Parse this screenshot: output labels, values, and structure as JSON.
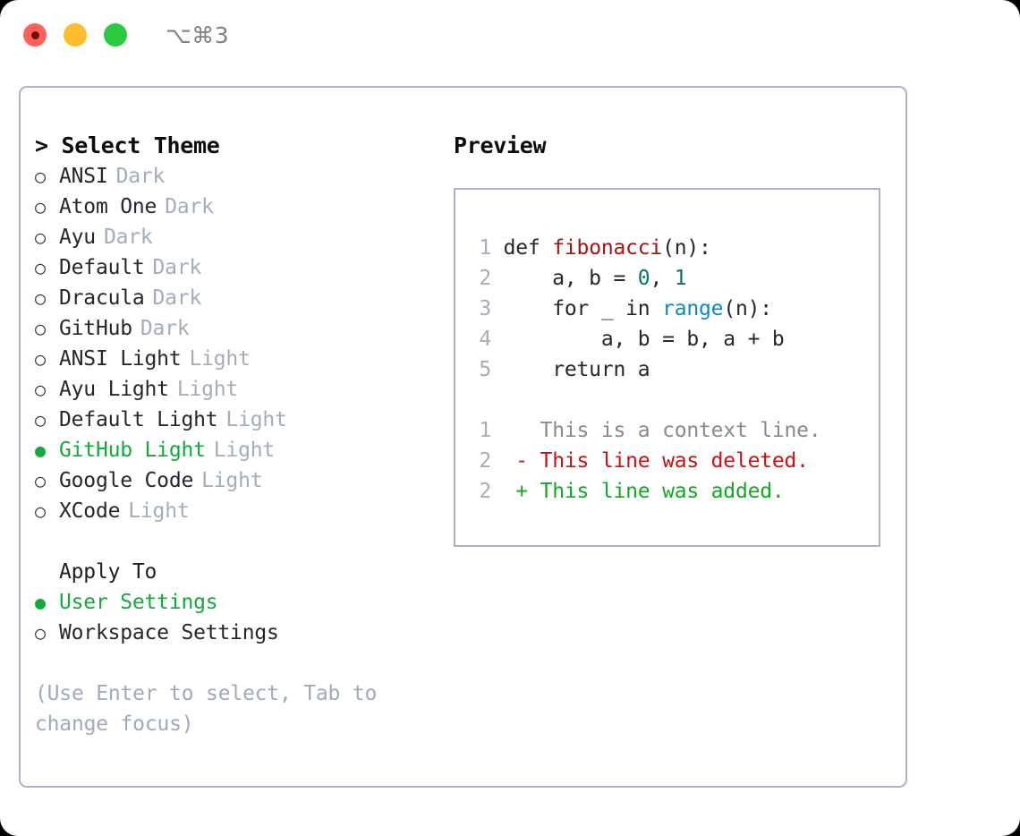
{
  "titlebar": {
    "shortcut": "⌥⌘3",
    "lights": [
      "close",
      "minimize",
      "zoom"
    ]
  },
  "theme_panel": {
    "heading": "> Select Theme",
    "items": [
      {
        "label": "ANSI",
        "badge": "Dark",
        "selected": false,
        "bullet": "○"
      },
      {
        "label": "Atom One",
        "badge": "Dark",
        "selected": false,
        "bullet": "○"
      },
      {
        "label": "Ayu",
        "badge": "Dark",
        "selected": false,
        "bullet": "○"
      },
      {
        "label": "Default",
        "badge": "Dark",
        "selected": false,
        "bullet": "○"
      },
      {
        "label": "Dracula",
        "badge": "Dark",
        "selected": false,
        "bullet": "○"
      },
      {
        "label": "GitHub",
        "badge": "Dark",
        "selected": false,
        "bullet": "○"
      },
      {
        "label": "ANSI Light",
        "badge": "Light",
        "selected": false,
        "bullet": "○"
      },
      {
        "label": "Ayu Light",
        "badge": "Light",
        "selected": false,
        "bullet": "○"
      },
      {
        "label": "Default Light",
        "badge": "Light",
        "selected": false,
        "bullet": "○"
      },
      {
        "label": "GitHub Light",
        "badge": "Light",
        "selected": true,
        "bullet": "●"
      },
      {
        "label": "Google Code",
        "badge": "Light",
        "selected": false,
        "bullet": "○"
      },
      {
        "label": "XCode",
        "badge": "Light",
        "selected": false,
        "bullet": "○"
      }
    ]
  },
  "apply_to": {
    "heading": "Apply To",
    "items": [
      {
        "label": "User Settings",
        "selected": true,
        "bullet": "●"
      },
      {
        "label": "Workspace Settings",
        "selected": false,
        "bullet": "○"
      }
    ]
  },
  "hint": "(Use Enter to select, Tab to change focus)",
  "preview": {
    "heading": "Preview",
    "code_lines": [
      {
        "no": "1",
        "tokens": [
          {
            "t": "def ",
            "c": "plain"
          },
          {
            "t": "fibonacci",
            "c": "func"
          },
          {
            "t": "(n):",
            "c": "plain"
          }
        ]
      },
      {
        "no": "2",
        "tokens": [
          {
            "t": "    a, b = ",
            "c": "plain"
          },
          {
            "t": "0",
            "c": "num"
          },
          {
            "t": ", ",
            "c": "plain"
          },
          {
            "t": "1",
            "c": "num"
          }
        ]
      },
      {
        "no": "3",
        "tokens": [
          {
            "t": "    for _ in ",
            "c": "plain"
          },
          {
            "t": "range",
            "c": "call"
          },
          {
            "t": "(n):",
            "c": "plain"
          }
        ]
      },
      {
        "no": "4",
        "tokens": [
          {
            "t": "        a, b = b, a + b",
            "c": "plain"
          }
        ]
      },
      {
        "no": "5",
        "tokens": [
          {
            "t": "    return a",
            "c": "plain"
          }
        ]
      }
    ],
    "diff_lines": [
      {
        "no": "1",
        "marker": "  ",
        "text": "This is a context line.",
        "kind": "ctx"
      },
      {
        "no": "2",
        "marker": "- ",
        "text": "This line was deleted.",
        "kind": "del"
      },
      {
        "no": "2",
        "marker": "+ ",
        "text": "This line was added.",
        "kind": "add"
      }
    ]
  },
  "colors": {
    "accent_green": "#15a83b",
    "border": "#a9b3c1",
    "muted": "#a3adbb",
    "diff_add": "#11aa22",
    "diff_del": "#cc1111"
  }
}
